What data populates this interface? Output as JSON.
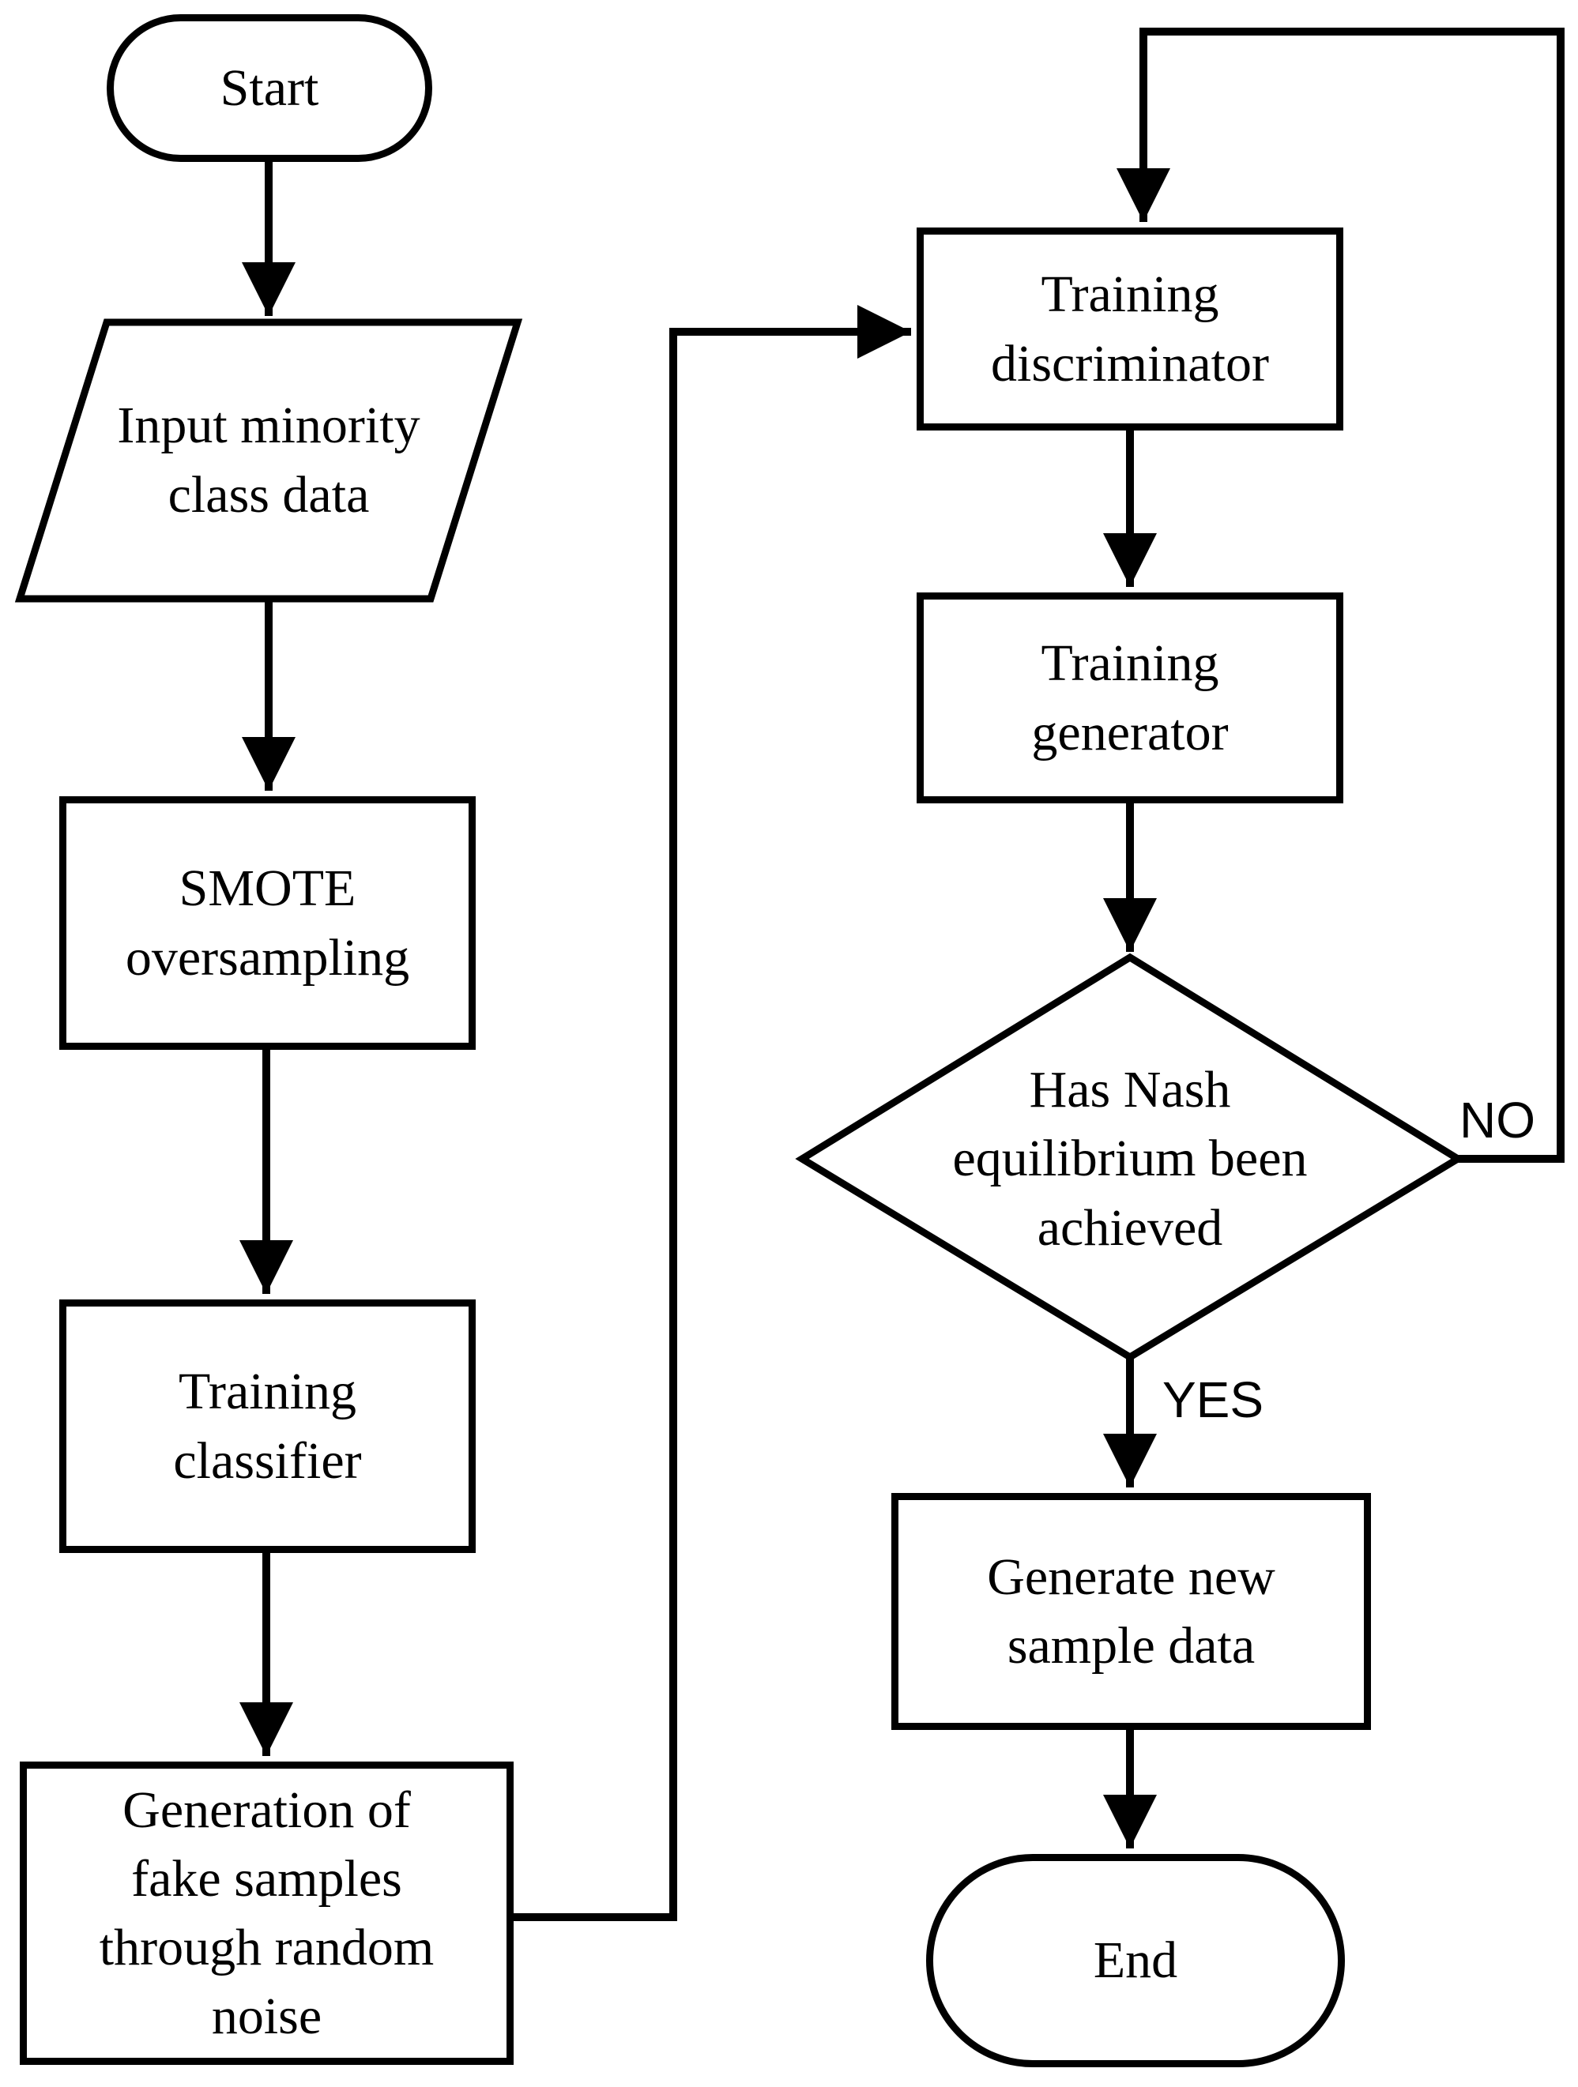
{
  "diagram_type": "flowchart",
  "colors": {
    "stroke": "#000000",
    "fill": "#ffffff",
    "text": "#000000",
    "background": "#ffffff"
  },
  "nodes": {
    "start": {
      "type": "terminator",
      "label": "Start"
    },
    "input": {
      "type": "input-output",
      "label": [
        "Input minority",
        "class data"
      ]
    },
    "smote": {
      "type": "process",
      "label": [
        "SMOTE",
        "oversampling"
      ]
    },
    "classifier": {
      "type": "process",
      "label": [
        "Training",
        "classifier"
      ]
    },
    "generation": {
      "type": "process",
      "label": [
        "Generation of",
        "fake samples",
        "through random",
        "noise"
      ]
    },
    "discriminator": {
      "type": "process",
      "label": [
        "Training",
        "discriminator"
      ]
    },
    "generator": {
      "type": "process",
      "label": [
        "Training",
        "generator"
      ]
    },
    "decision": {
      "type": "decision",
      "label": [
        "Has Nash",
        "equilibrium been",
        "achieved"
      ]
    },
    "generate_new": {
      "type": "process",
      "label": [
        "Generate new",
        "sample data"
      ]
    },
    "end": {
      "type": "terminator",
      "label": "End"
    }
  },
  "edges": [
    {
      "from": "start",
      "to": "input",
      "label": ""
    },
    {
      "from": "input",
      "to": "smote",
      "label": ""
    },
    {
      "from": "smote",
      "to": "classifier",
      "label": ""
    },
    {
      "from": "classifier",
      "to": "generation",
      "label": ""
    },
    {
      "from": "generation",
      "to": "discriminator",
      "label": ""
    },
    {
      "from": "discriminator",
      "to": "generator",
      "label": ""
    },
    {
      "from": "generator",
      "to": "decision",
      "label": ""
    },
    {
      "from": "decision",
      "to": "discriminator",
      "label": "NO"
    },
    {
      "from": "decision",
      "to": "generate_new",
      "label": "YES"
    },
    {
      "from": "generate_new",
      "to": "end",
      "label": ""
    }
  ]
}
